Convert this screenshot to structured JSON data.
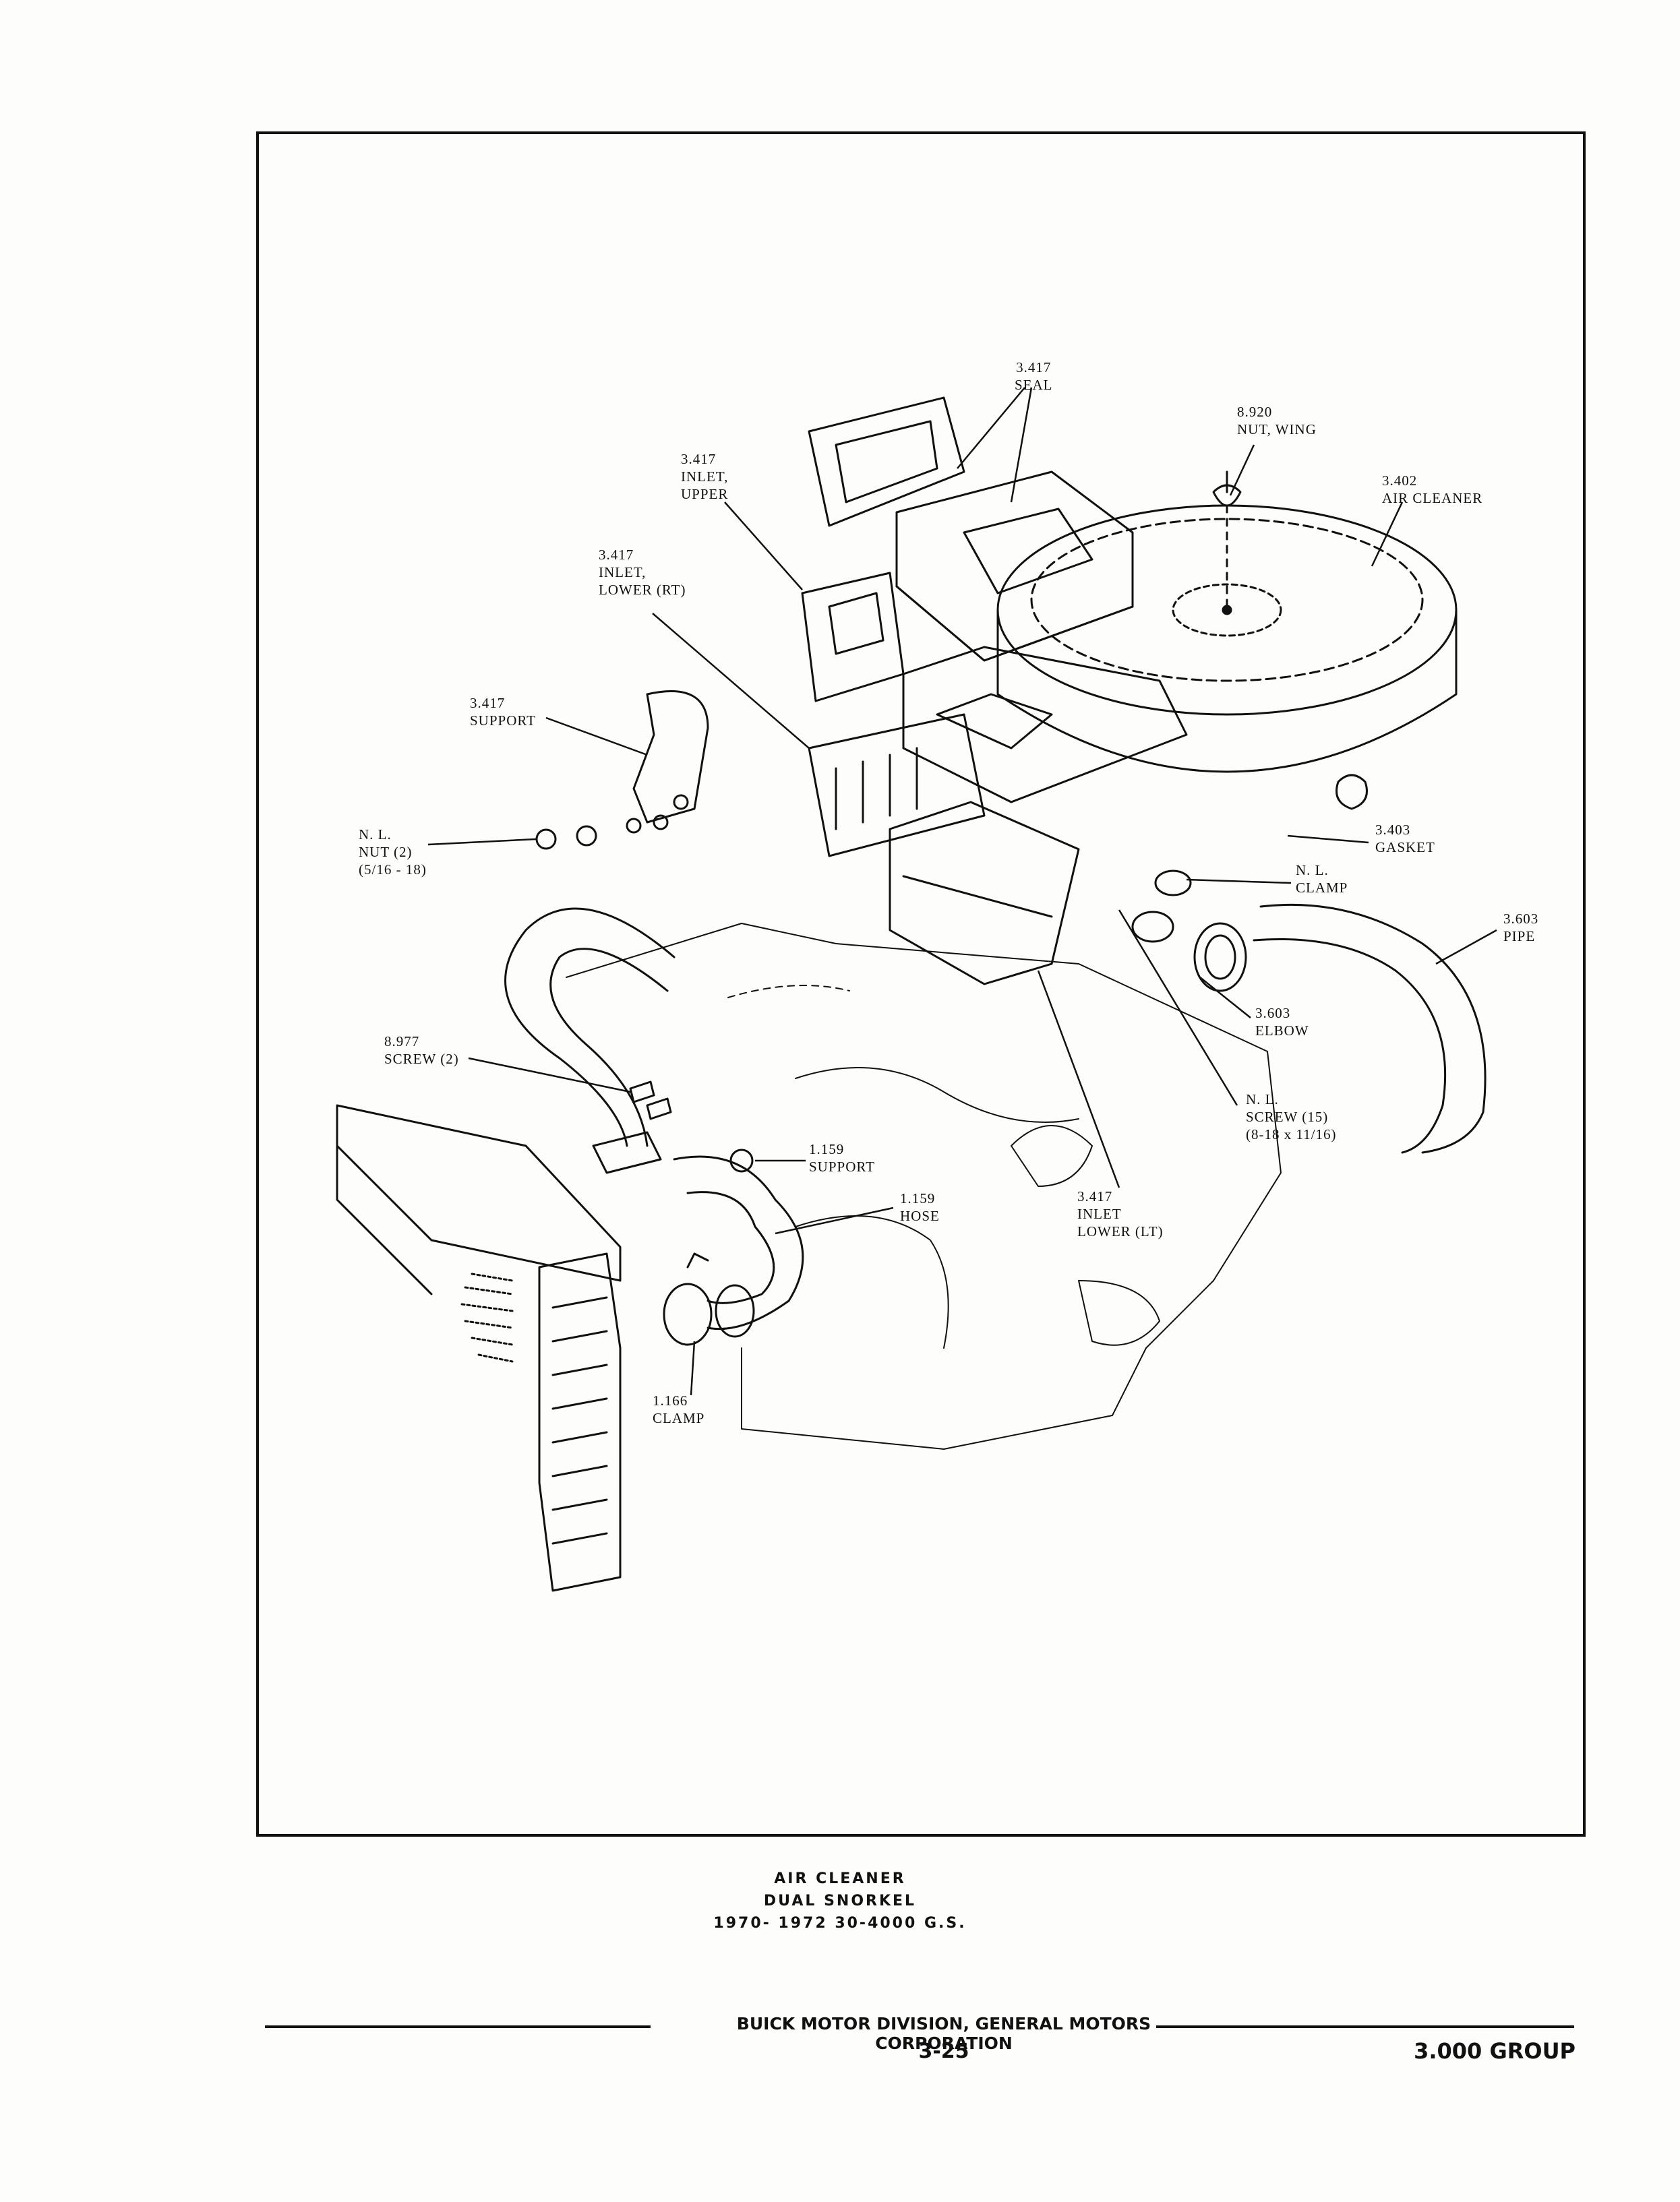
{
  "callouts": {
    "seal": {
      "num": "3.417",
      "name": "SEAL"
    },
    "nut_wing": {
      "num": "8.920",
      "name": "NUT, WING"
    },
    "air_cleaner": {
      "num": "3.402",
      "name": "AIR CLEANER"
    },
    "inlet_upper": {
      "num": "3.417",
      "line1": "INLET,",
      "line2": "UPPER"
    },
    "inlet_lower_rt": {
      "num": "3.417",
      "line1": "INLET,",
      "line2": "LOWER (RT)"
    },
    "support_3417": {
      "num": "3.417",
      "name": "SUPPORT"
    },
    "nl_nut": {
      "num": "N. L.",
      "line1": "NUT (2)",
      "line2": "(5/16 - 18)"
    },
    "gasket": {
      "num": "3.403",
      "name": "GASKET"
    },
    "nl_clamp": {
      "num": "N. L.",
      "name": "CLAMP"
    },
    "pipe": {
      "num": "3.603",
      "name": "PIPE"
    },
    "elbow": {
      "num": "3.603",
      "name": "ELBOW"
    },
    "screw_2": {
      "num": "8.977",
      "name": "SCREW (2)"
    },
    "nl_screw": {
      "num": "N. L.",
      "line1": "SCREW (15)",
      "line2": "(8-18 x 11/16)"
    },
    "support_1159": {
      "num": "1.159",
      "name": "SUPPORT"
    },
    "hose": {
      "num": "1.159",
      "name": "HOSE"
    },
    "inlet_lower_lt": {
      "num": "3.417",
      "line1": "INLET",
      "line2": "LOWER (LT)"
    },
    "clamp_1166": {
      "num": "1.166",
      "name": "CLAMP"
    }
  },
  "caption": {
    "line1": "AIR CLEANER",
    "line2": "DUAL SNORKEL",
    "line3": "1970- 1972 30-4000 G.S."
  },
  "footer": {
    "publisher": "BUICK MOTOR DIVISION, GENERAL MOTORS CORPORATION",
    "page": "3-25",
    "group": "3.000 GROUP"
  }
}
